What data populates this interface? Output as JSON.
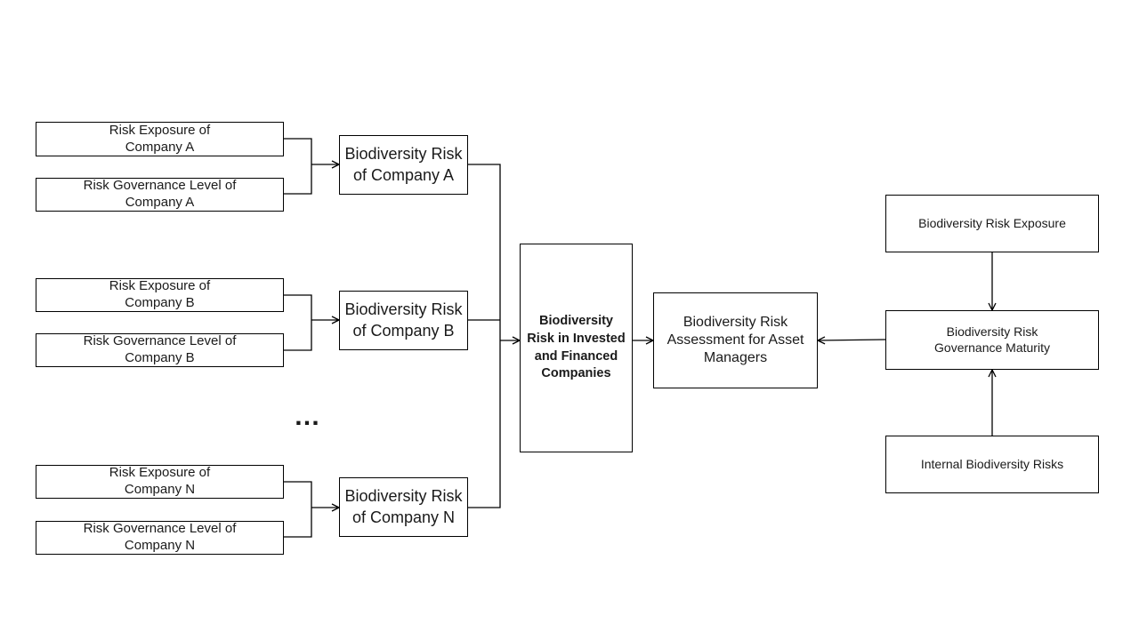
{
  "companies": [
    {
      "exposure": "Risk Exposure of\nCompany A",
      "governance": "Risk Governance Level of\nCompany A",
      "risk": "Biodiversity  Risk\nof Company A"
    },
    {
      "exposure": "Risk Exposure of\nCompany B",
      "governance": "Risk Governance Level of\nCompany B",
      "risk": "Biodiversity  Risk\nof Company B"
    },
    {
      "exposure": "Risk Exposure of\nCompany N",
      "governance": "Risk Governance Level of\nCompany N",
      "risk": "Biodiversity  Risk\nof Company N"
    }
  ],
  "ellipsis": "…",
  "invested": "Biodiversity\nRisk in Invested\nand Financed\nCompanies",
  "assessment": "Biodiversity Risk\nAssessment for Asset\nManagers",
  "right": {
    "exposure": "Biodiversity Risk Exposure",
    "maturity": "Biodiversity Risk\nGovernance Maturity",
    "internal": "Internal Biodiversity Risks"
  }
}
